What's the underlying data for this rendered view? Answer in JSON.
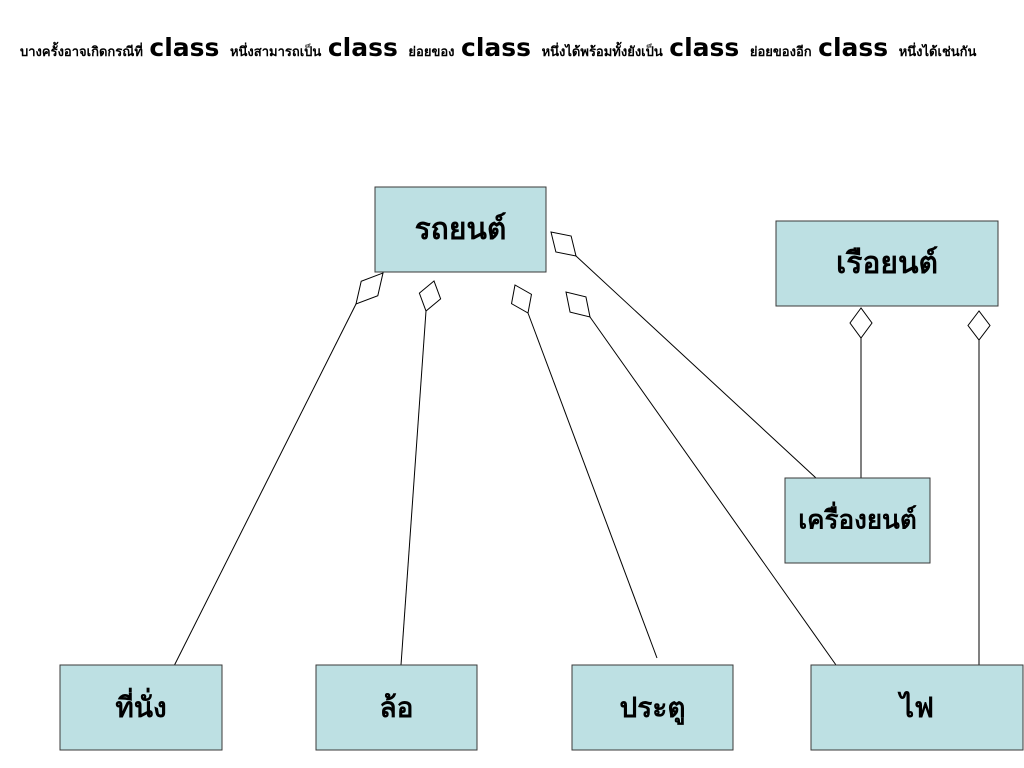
{
  "intro": {
    "segments": [
      {
        "text": "บางครั้งอาจเกิดกรณีที่ ",
        "kw": false
      },
      {
        "text": "class",
        "kw": true
      },
      {
        "text": " หนึ่งสามารถเป็น ",
        "kw": false
      },
      {
        "text": "class",
        "kw": true
      },
      {
        "text": " ย่อยของ ",
        "kw": false
      },
      {
        "text": "class",
        "kw": true
      },
      {
        "text": " หนึ่งได้พร้อมทั้งยังเป็น ",
        "kw": false
      },
      {
        "text": "class",
        "kw": true
      },
      {
        "text": " ย่อยของอีก ",
        "kw": false
      },
      {
        "text": "class",
        "kw": true
      },
      {
        "text": " หนึ่งได้เช่นกัน",
        "kw": false
      }
    ]
  },
  "diagram": {
    "colors": {
      "box_fill": "#bde0e3",
      "box_stroke": "#3a3a3a",
      "line": "#000000",
      "diamond_fill": "#ffffff"
    },
    "notation": "aggregation (hollow diamond at whole end)",
    "nodes": [
      {
        "id": "car",
        "label": "รถยนต์"
      },
      {
        "id": "boat",
        "label": "เรือยนต์"
      },
      {
        "id": "engine",
        "label": "เครื่องยนต์"
      },
      {
        "id": "seat",
        "label": "ที่นั่ง"
      },
      {
        "id": "wheel",
        "label": "ล้อ"
      },
      {
        "id": "door",
        "label": "ประตู"
      },
      {
        "id": "light",
        "label": "ไฟ"
      }
    ],
    "edges": [
      {
        "whole": "car",
        "part": "seat"
      },
      {
        "whole": "car",
        "part": "wheel"
      },
      {
        "whole": "car",
        "part": "door"
      },
      {
        "whole": "car",
        "part": "light"
      },
      {
        "whole": "car",
        "part": "engine"
      },
      {
        "whole": "boat",
        "part": "engine"
      },
      {
        "whole": "boat",
        "part": "light"
      }
    ]
  }
}
